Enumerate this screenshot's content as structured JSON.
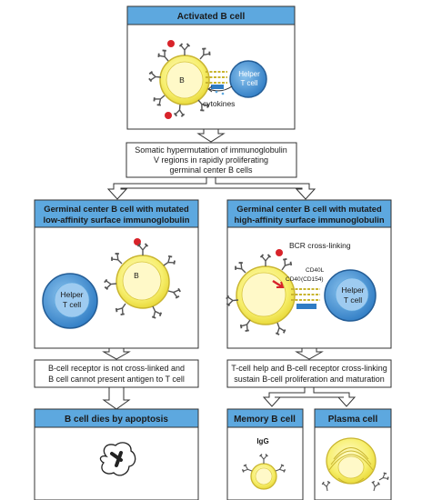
{
  "activated_panel": {
    "title": "Activated B cell",
    "b_cell_label": "B",
    "helper_label_1": "Helper",
    "helper_label_2": "T cell",
    "cytokines_label": "cytokines"
  },
  "hypermutation_box": {
    "line1": "Somatic hypermutation of immunoglobulin",
    "line2": "V regions in rapidly proliferating",
    "line3": "germinal center B cells"
  },
  "low_affinity_panel": {
    "title_line1": "Germinal center B cell with mutated",
    "title_line2": "low-affinity surface immunoglobulin",
    "b_cell_label": "B",
    "helper_label_1": "Helper",
    "helper_label_2": "T cell"
  },
  "high_affinity_panel": {
    "title_line1": "Germinal center B cell with mutated",
    "title_line2": "high-affinity surface immunoglobulin",
    "bcr_label": "BCR cross-linking",
    "cd40l_label": "CD40L",
    "cd40_label": "CD40",
    "cd154_label": "(CD154)",
    "helper_label_1": "Helper",
    "helper_label_2": "T cell"
  },
  "no_crosslink_box": {
    "line1": "B-cell receptor is not cross-linked and",
    "line2": "B cell cannot present antigen to T cell"
  },
  "sustain_box": {
    "line1": "T-cell help and B-cell receptor cross-linking",
    "line2": "sustain B-cell proliferation and maturation"
  },
  "apoptosis_panel": {
    "title": "B cell dies by apoptosis"
  },
  "memory_panel": {
    "title": "Memory B cell",
    "igg_label": "IgG"
  },
  "plasma_panel": {
    "title": "Plasma cell"
  },
  "colors": {
    "header_blue": "#5da8df",
    "b_cell_yellow": "#f7ef6e",
    "b_cell_outline": "#c9b530",
    "t_cell_blue": "#2f7cc4",
    "antigen_red": "#d8232a"
  }
}
